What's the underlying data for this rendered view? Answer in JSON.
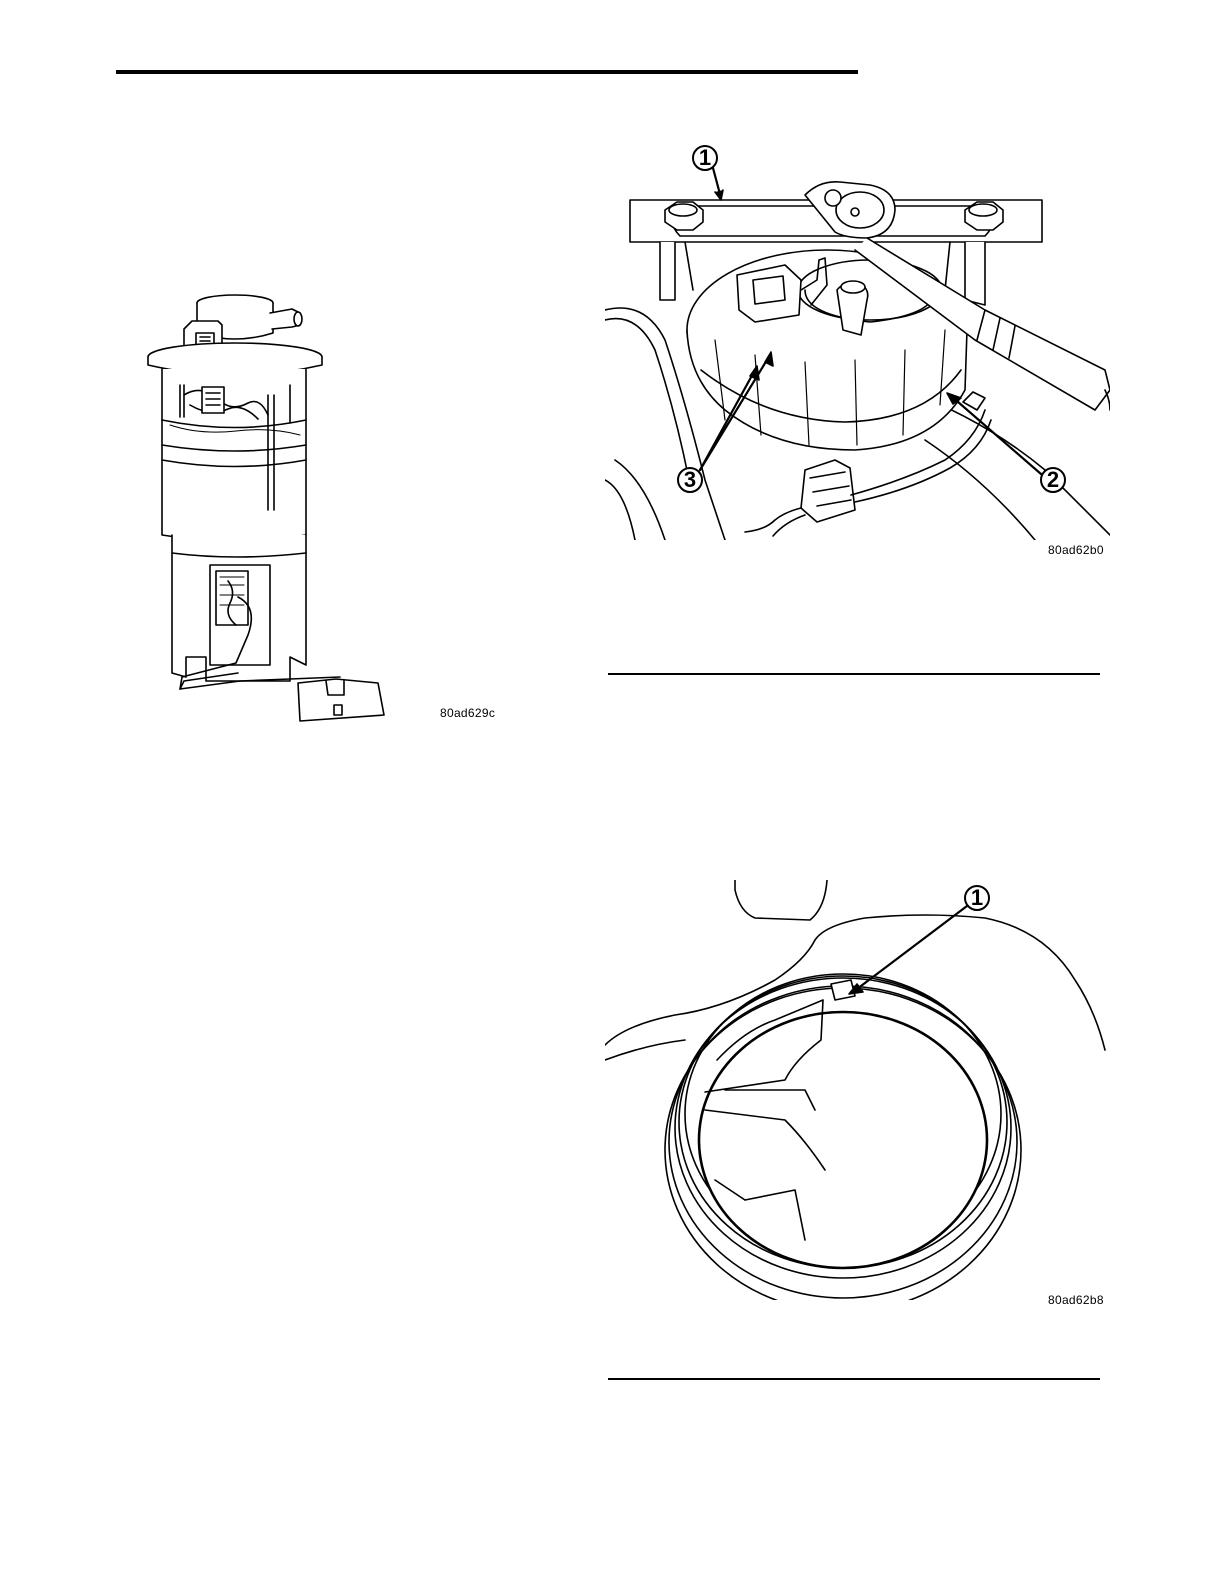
{
  "page": {
    "top_rule": true
  },
  "figures": [
    {
      "id": "fuel-pump-module",
      "code": "80ad629c"
    },
    {
      "id": "pump-lock-ring-removal",
      "code": "80ad62b0",
      "callouts": [
        "1",
        "2",
        "3"
      ]
    },
    {
      "id": "lock-ring-alignment",
      "code": "80ad62b8",
      "callouts": [
        "1"
      ]
    }
  ]
}
